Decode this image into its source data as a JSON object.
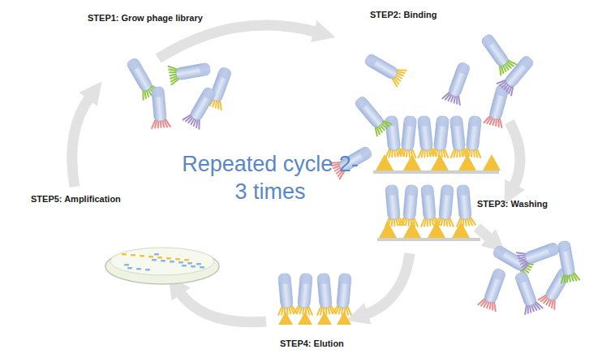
{
  "diagram": {
    "labels": [
      "STEP1: Grow phage library",
      "STEP2: Binding",
      "Repeated cycle 2-3 times",
      "STEP5: Amplification",
      "STEP3: Washing",
      "STEP4: Elution"
    ]
  }
}
